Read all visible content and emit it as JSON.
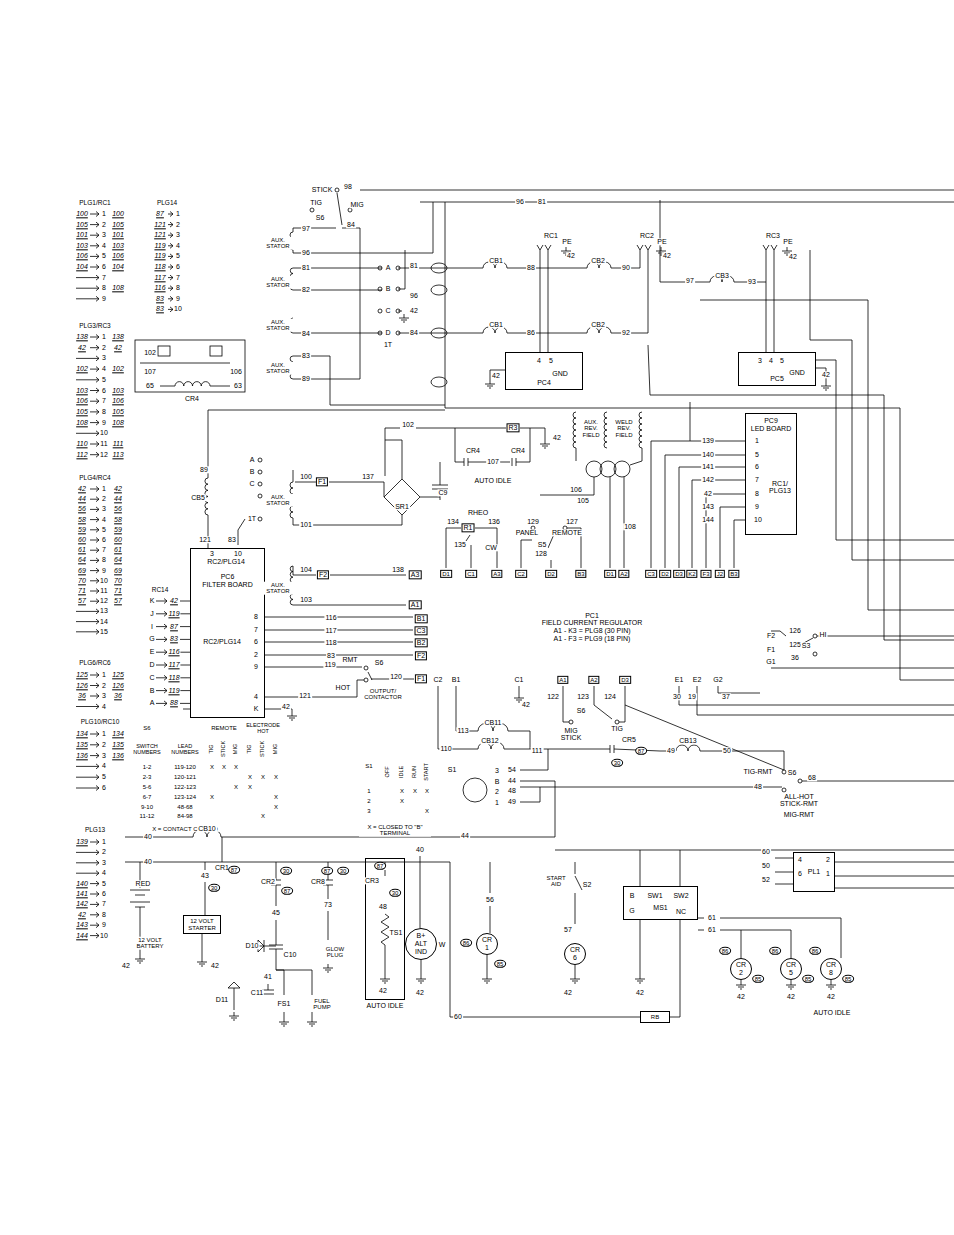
{
  "diagram": {
    "nodes": [
      {
        "text": [
          "PC4"
        ]
      },
      {
        "text": [
          "PC5"
        ]
      },
      {
        "text": [
          "PC9",
          "LED BOARD"
        ]
      },
      {
        "text": [
          "PC6",
          "FILTER BOARD"
        ]
      },
      {
        "text": [
          "PC1",
          "FIELD CURRENT REGULATOR",
          "A1 - K3 = PLG8 (30 PIN)",
          "A1 - F3 = PLG9 (18 PIN)"
        ]
      },
      {
        "text": [
          "12 VOLT STARTER"
        ]
      },
      {
        "text": [
          "AUTO IDLE"
        ]
      },
      {
        "text": [
          "B+",
          "ALT IND"
        ]
      },
      {
        "text": [
          "CR 1"
        ]
      },
      {
        "text": [
          "CR 6"
        ]
      },
      {
        "text": [
          "MS1"
        ]
      },
      {
        "text": [
          "PL1"
        ]
      },
      {
        "text": [
          "RB"
        ]
      },
      {
        "text": [
          "CR 2"
        ]
      },
      {
        "text": [
          "CR 5"
        ]
      },
      {
        "text": [
          "CR 8"
        ]
      }
    ],
    "edges": [
      {
        "from": 3,
        "to": 4,
        "arrow": "none",
        "label": "116"
      },
      {
        "from": 3,
        "to": 4,
        "arrow": "none",
        "label": "117"
      },
      {
        "from": 3,
        "to": 4,
        "arrow": "none",
        "label": "118"
      },
      {
        "from": 3,
        "to": 4,
        "arrow": "none",
        "label": "83"
      }
    ],
    "labels": [
      "PLG1/RC1",
      "100",
      "1",
      "100",
      "105",
      "2",
      "105",
      "101",
      "3",
      "101",
      "103",
      "4",
      "103",
      "106",
      "5",
      "106",
      "104",
      "6",
      "104",
      "7",
      "8",
      "108",
      "9",
      "PLG14",
      "87",
      "1",
      "121",
      "2",
      "121",
      "3",
      "119",
      "4",
      "119",
      "5",
      "118",
      "6",
      "117",
      "7",
      "116",
      "8",
      "83",
      "9",
      "83",
      "10",
      "PLG3/RC3",
      "138",
      "1",
      "138",
      "42",
      "2",
      "42",
      "3",
      "102",
      "4",
      "102",
      "5",
      "103",
      "6",
      "103",
      "106",
      "7",
      "106",
      "105",
      "8",
      "105",
      "108",
      "9",
      "108",
      "10",
      "110",
      "11",
      "111",
      "112",
      "12",
      "113",
      "PLG4/RC4",
      "42",
      "1",
      "42",
      "44",
      "2",
      "44",
      "56",
      "3",
      "56",
      "58",
      "4",
      "58",
      "59",
      "5",
      "59",
      "60",
      "6",
      "60",
      "61",
      "7",
      "61",
      "64",
      "8",
      "64",
      "69",
      "9",
      "69",
      "70",
      "10",
      "70",
      "71",
      "11",
      "71",
      "57",
      "12",
      "57",
      "13",
      "14",
      "15",
      "RC14",
      "K",
      "42",
      "J",
      "119",
      "I",
      "87",
      "G",
      "83",
      "E",
      "116",
      "D",
      "117",
      "C",
      "118",
      "B",
      "119",
      "A",
      "88",
      "PLG6/RC6",
      "125",
      "1",
      "125",
      "126",
      "2",
      "126",
      "36",
      "3",
      "36",
      "4",
      "PLG10/RC10",
      "134",
      "1",
      "134",
      "135",
      "2",
      "135",
      "136",
      "3",
      "136",
      "4",
      "5",
      "6",
      "PLG13",
      "139",
      "1",
      "2",
      "3",
      "4",
      "140",
      "5",
      "141",
      "6",
      "142",
      "7",
      "42",
      "8",
      "143",
      "9",
      "144",
      "10",
      "102",
      "107",
      "106",
      "65",
      "63",
      "CR4",
      "S6",
      "REMOTE",
      "ELECTRODE HOT",
      "SWITCH NUMBERS",
      "LEAD NUMBERS",
      "TIG",
      "STICK",
      "MIG",
      "TIG",
      "STICK",
      "MIG",
      "1-2",
      "119-120",
      "X",
      "X",
      "X",
      "2-3",
      "120-121",
      "X",
      "X",
      "X",
      "5-6",
      "122-123",
      "X",
      "X",
      "6-7",
      "123-124",
      "X",
      "X",
      "9-10",
      "48-68",
      "X",
      "11-12",
      "84-98",
      "X",
      "X = CONTACT CLOSED",
      "S1",
      "OFF",
      "IDLE",
      "RUN",
      "START",
      "1",
      "X",
      "X",
      "X",
      "2",
      "X",
      "3",
      "X",
      "X = CLOSED TO \"B\" TERMINAL",
      "STICK",
      "98",
      "TIG",
      "MIG",
      "S6",
      "84",
      "97",
      "AUX. STATOR",
      "96",
      "81",
      "AUX. STATOR",
      "82",
      "AUX. STATOR",
      "84",
      "83",
      "AUX. STATOR",
      "89",
      "A",
      "81",
      "B",
      "96",
      "C",
      "42",
      "D",
      "84",
      "1T",
      "96",
      "81",
      "RC1",
      "PE",
      "42",
      "RC2",
      "PE",
      "42",
      "RC3",
      "PE",
      "42",
      "CB1",
      "88",
      "CB2",
      "90",
      "97",
      "CB3",
      "93",
      "CB1",
      "86",
      "CB2",
      "92",
      "4",
      "5",
      "GND",
      "42",
      "3",
      "4",
      "5",
      "GND",
      "42",
      "1",
      "5",
      "6",
      "7",
      "8",
      "9",
      "10",
      "RC1/ PLG13",
      "139",
      "140",
      "141",
      "142",
      "42",
      "143",
      "144",
      "102",
      "R3",
      "42",
      "CR4",
      "CR4",
      "107",
      "AUTO IDLE",
      "C9",
      "AUX. REV. FIELD",
      "WELD REV. FIELD",
      "106",
      "105",
      "108",
      "89",
      "CB5",
      "A",
      "B",
      "C",
      "1T",
      "121",
      "83",
      "3",
      "10",
      "RC2/PLG14",
      "AUX. STATOR",
      "100",
      "F1",
      "137",
      "101",
      "SR1",
      "AUX. STATOR",
      "104",
      "F2",
      "138",
      "A3",
      "103",
      "A1",
      "RHEO",
      "134",
      "R1",
      "136",
      "135",
      "CW",
      "129",
      "PANEL",
      "S5",
      "128",
      "127",
      "REMOTE",
      "D1",
      "C1",
      "A3",
      "C2",
      "D2",
      "B3",
      "D1",
      "A2",
      "C3",
      "D2",
      "D3",
      "K2",
      "F3",
      "J2",
      "B3",
      "8",
      "7",
      "6",
      "2",
      "9",
      "RC2/PLG14",
      "4",
      "K",
      "119",
      "RMT",
      "S6",
      "120",
      "F1",
      "HOT",
      "121",
      "OUTPUT/ CONTACTOR",
      "42",
      "B1",
      "C3",
      "B2",
      "F2",
      "C2",
      "B1",
      "C1",
      "A1",
      "A2",
      "D3",
      "E1",
      "E2",
      "G2",
      "F2",
      "F1",
      "G1",
      "126",
      "125",
      "36",
      "S3",
      "HI",
      "42",
      "122",
      "123",
      "124",
      "30",
      "19",
      "37",
      "S6",
      "MIG STICK",
      "TIG",
      "113",
      "CB11",
      "110",
      "CB12",
      "111",
      "CR5",
      "87",
      "30",
      "49",
      "CB13",
      "50",
      "TIG-RMT",
      "S6",
      "68",
      "48",
      "ALL-HOT STICK-RMT",
      "MIG-RMT",
      "S1",
      "3",
      "54",
      "B",
      "44",
      "2",
      "48",
      "1",
      "49",
      "40",
      "CB10",
      "44",
      "40",
      "40",
      "RED",
      "12 VOLT BATTERY",
      "42",
      "CR1",
      "43",
      "30",
      "87",
      "30",
      "CR2",
      "87",
      "87",
      "CR8",
      "30",
      "73",
      "GLOW PLUG",
      "45",
      "D10",
      "C10",
      "41",
      "C11",
      "D11",
      "FS1",
      "FUEL PUMP",
      "42",
      "87",
      "CR3",
      "30",
      "48",
      "TS1",
      "42",
      "W",
      "42",
      "60",
      "56",
      "86",
      "85",
      "START AID",
      "S2",
      "57",
      "42",
      "B",
      "G",
      "SW1",
      "SW2",
      "NC",
      "42",
      "4",
      "2",
      "6",
      "1",
      "60",
      "50",
      "52",
      "61",
      "61",
      "86",
      "85",
      "86",
      "85",
      "86",
      "85",
      "42",
      "42",
      "42",
      "AUTO IDLE"
    ]
  }
}
